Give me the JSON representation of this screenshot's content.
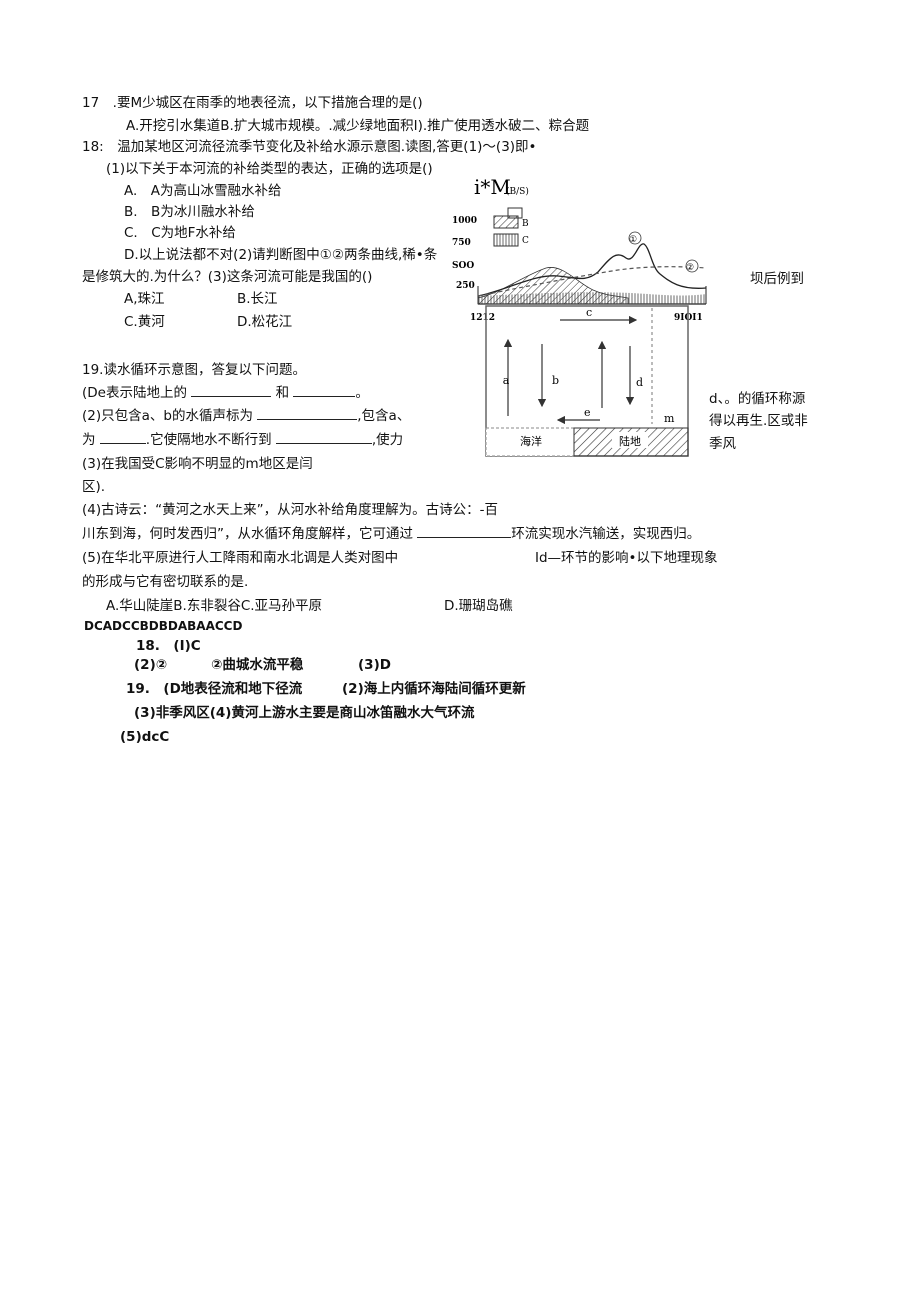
{
  "q17": {
    "stem": "17　.要M少城区在雨季的地表径流，以下措施合理的是()",
    "options": "A.开挖引水集道B.扩大城市规模。.减少绿地面积I).推广使用透水破二、粽合题"
  },
  "q18": {
    "stem": "18:　温加某地区河流径流季节变化及补给水源示意图.读图,答更(1)～(3)即•",
    "sub1": "(1)以下关于本河流的补给类型的表达，正确的选项是()",
    "optA": "A.　A为高山冰雪融水补给",
    "optB": "B.　B为冰川融水补给",
    "optC": "C.　C为地F水补给",
    "optD": "D.以上说法都不对(2)请判断图中①②两条曲线,稀•条",
    "cont": "是修筑大的.为什么？(3)这条河流可能是我国的()",
    "side_text": "坝后例到",
    "choiceA": "A,珠江",
    "choiceB": "B.长江",
    "choiceC": "C.黄河",
    "choiceD": "D.松花江"
  },
  "chart": {
    "title": "i*M",
    "unit": "(B/S)",
    "y_ticks": [
      "1000",
      "750",
      "SOO",
      "250"
    ],
    "x_start": "1212",
    "x_end": "9IOI1",
    "legend_b": "B",
    "legend_c": "C",
    "curve1": "①",
    "curve2": "②"
  },
  "cycle": {
    "a": "a",
    "b": "b",
    "c": "c",
    "d": "d",
    "e": "e",
    "m": "m",
    "ocean": "海洋",
    "land": "陆地"
  },
  "q19": {
    "stem": "19.读水循环示意图，答复以下问题。",
    "p1_a": "(De表示陆地上的",
    "p1_b": "和",
    "p1_c": "。",
    "p2_a": "(2)只包含a、b的水循声标为",
    "p2_b": ",包含a、",
    "p2_c": "为",
    "p2_d": ".它使隔地水不断行到",
    "p2_e": ",使力",
    "right1": "d、。的循环称源",
    "right2": "得以再生.区或非",
    "right3": "季风",
    "p3_a": "(3)在我国受C影响不明显的m地区是闫",
    "p3_b": "区).",
    "p4_a": "(4)古诗云：“黄河之水天上来”，从河水补给角度理解为。古诗公：-百",
    "p4_b": "川东到海，何时发西归”，从水循环角度解样，它可通过",
    "p4_c": "环流实现水汽输送，实现西归。",
    "p5_a": "(5)在华北平原进行人工降雨和南水北调是人类对图中",
    "p5_b": "Id—环节的影响•以下地理现象",
    "p5_c": "的形成与它有密切联系的是.",
    "opt_abc": "A.华山陡崖B.东非裂谷C.亚马孙平原",
    "opt_d": "D.珊瑚岛礁"
  },
  "answers": {
    "line1": "DCADCCBDBDABAACCD",
    "a18_1": "18.　(I)C",
    "a18_2a": "(2)②",
    "a18_2b": "②曲城水流平稳",
    "a18_3": "(3)D",
    "a19_1": "19.　(D地表径流和地下径流",
    "a19_2": "(2)海上内循环海陆间循环更新",
    "a19_3": "(3)非季风区(4)黄河上游水主要是商山冰笛融水大气环流",
    "a19_5": "(5)dcC"
  }
}
